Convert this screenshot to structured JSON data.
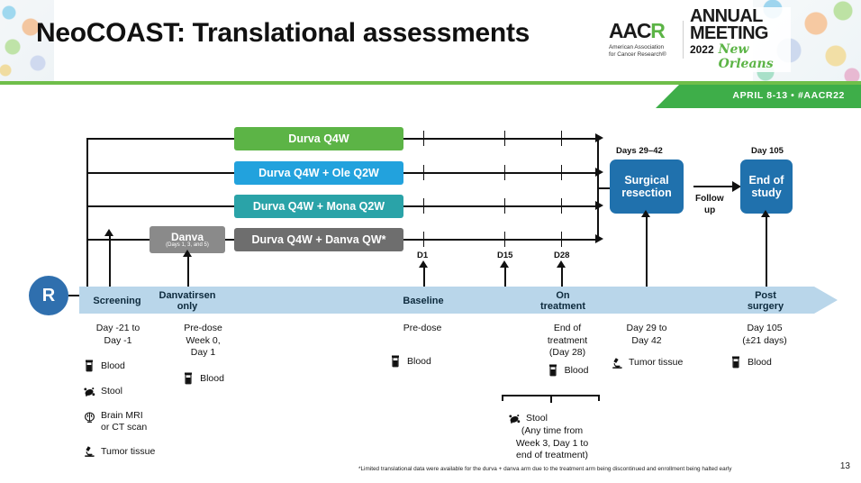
{
  "header": {
    "title": "NeoCOAST: Translational assessments",
    "logo": {
      "aacr": "AAC",
      "aacr_r": "R",
      "aacr_sub_line1": "American Association",
      "aacr_sub_line2": "for Cancer Research®",
      "annual": "ANNUAL",
      "meeting": "MEETING",
      "year": "2022",
      "city": "New Orleans"
    },
    "banner": "APRIL 8-13 • #AACR22"
  },
  "diagram": {
    "randomization_label": "R",
    "arms": [
      {
        "label": "Durva Q4W",
        "color": "#5cb446"
      },
      {
        "label": "Durva Q4W + Ole Q2W",
        "color": "#22a2dd"
      },
      {
        "label": "Durva Q4W + Mona Q2W",
        "color": "#2aa3a8"
      },
      {
        "label": "Durva Q4W + Danva QW*",
        "color": "#6e6e6e"
      }
    ],
    "danva_box": {
      "title": "Danva",
      "subtitle": "(Days 1, 3, and 5)"
    },
    "day_ticks": [
      "D1",
      "D15",
      "D28"
    ],
    "surgical": {
      "caption": "Days 29–42",
      "line1": "Surgical",
      "line2": "resection"
    },
    "followup": "Follow\nup",
    "followup_l1": "Follow",
    "followup_l2": "up",
    "endofstudy": {
      "caption": "Day 105",
      "line1": "End of",
      "line2": "study"
    }
  },
  "timeline": {
    "phases": [
      {
        "name": "Screening"
      },
      {
        "name": "Danvatirsen\nonly",
        "l1": "Danvatirsen",
        "l2": "only"
      },
      {
        "name": "Baseline"
      },
      {
        "name": "On\ntreatment",
        "l1": "On",
        "l2": "treatment"
      },
      {
        "name": "Post\nsurgery",
        "l1": "Post",
        "l2": "surgery"
      }
    ]
  },
  "columns": {
    "screening": {
      "line1": "Day -21 to",
      "line2": "Day -1",
      "samples": [
        {
          "icon": "blood-tube-icon",
          "label": "Blood"
        },
        {
          "icon": "stool-icon",
          "label": "Stool"
        },
        {
          "icon": "brain-mri-icon",
          "label": "Brain MRI",
          "label2": "or CT scan"
        },
        {
          "icon": "microscope-icon",
          "label": "Tumor tissue"
        }
      ]
    },
    "danvatirsen": {
      "line1": "Pre-dose",
      "line2": "Week 0,",
      "line3": "Day 1",
      "samples": [
        {
          "icon": "blood-tube-icon",
          "label": "Blood"
        }
      ]
    },
    "baseline": {
      "line1": "Pre-dose",
      "samples": [
        {
          "icon": "blood-tube-icon",
          "label": "Blood"
        }
      ]
    },
    "on_treatment": {
      "line1": "End of",
      "line2": "treatment",
      "line3": "(Day 28)",
      "samples": [
        {
          "icon": "blood-tube-icon",
          "label": "Blood"
        }
      ],
      "stool": {
        "icon": "stool-icon",
        "label": "Stool"
      },
      "note1": "(Any time from",
      "note2": "Week 3, Day 1 to",
      "note3": "end of treatment)"
    },
    "surgery": {
      "line1": "Day 29 to",
      "line2": "Day 42",
      "samples": [
        {
          "icon": "microscope-icon",
          "label": "Tumor tissue"
        }
      ]
    },
    "post_surgery": {
      "line1": "Day 105",
      "line2": "(±21 days)",
      "samples": [
        {
          "icon": "blood-tube-icon",
          "label": "Blood"
        }
      ]
    }
  },
  "footnote": "*Limited translational data were available for the durva + danva arm due to the treatment arm being discontinued and enrollment being halted early",
  "page_number": "13"
}
